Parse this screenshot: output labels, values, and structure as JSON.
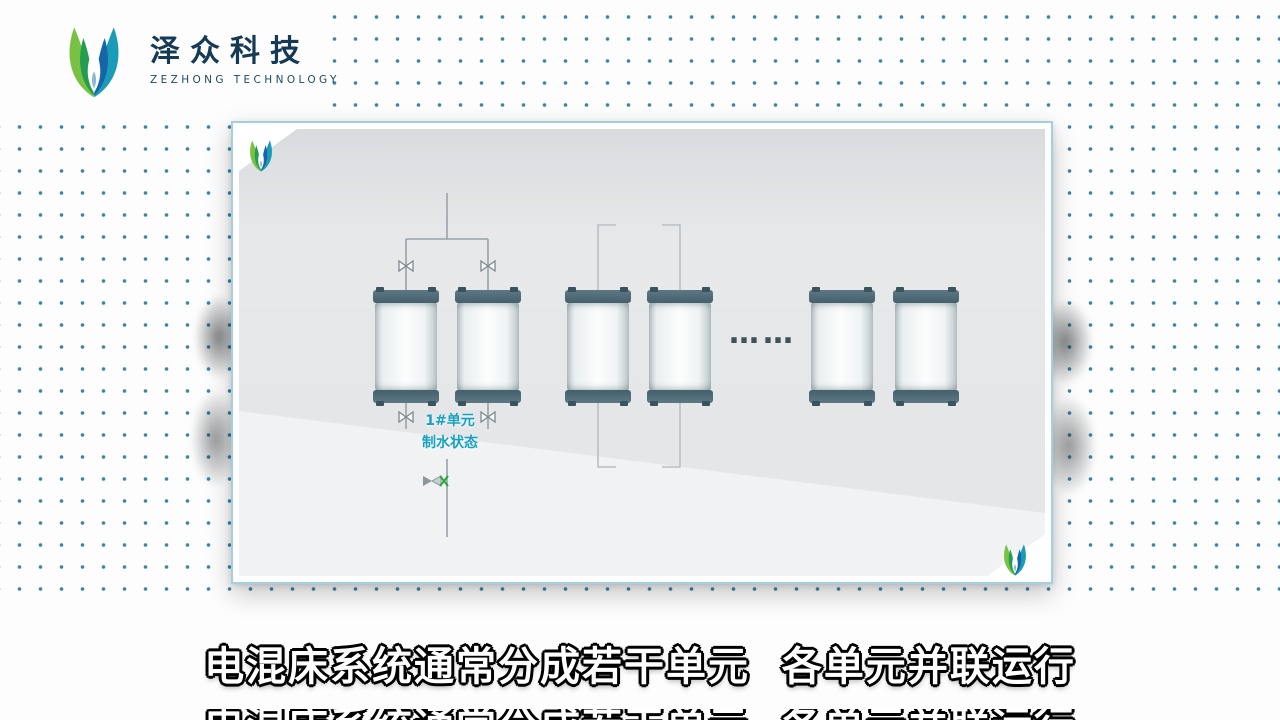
{
  "header": {
    "brand_cn": "泽众科技",
    "brand_en": "ZEZHONG TECHNOLOGY"
  },
  "diagram": {
    "unit_label_line1": "1#单元",
    "unit_label_line2": "制水状态",
    "ellipsis": "……",
    "visible_vessel_pairs": 3,
    "vessels_per_pair": 2
  },
  "subtitle": {
    "text": "电混床系统通常分成若干单元  各单元并联运行"
  },
  "colors": {
    "dot_pattern": "#2c7ca0",
    "card_border": "#a3cfe0",
    "vessel_cap": "#4e6a77",
    "accent_teal": "#16a0c2",
    "pipe_gray": "#97a3a9",
    "valve_status_green": "#27a83b"
  }
}
